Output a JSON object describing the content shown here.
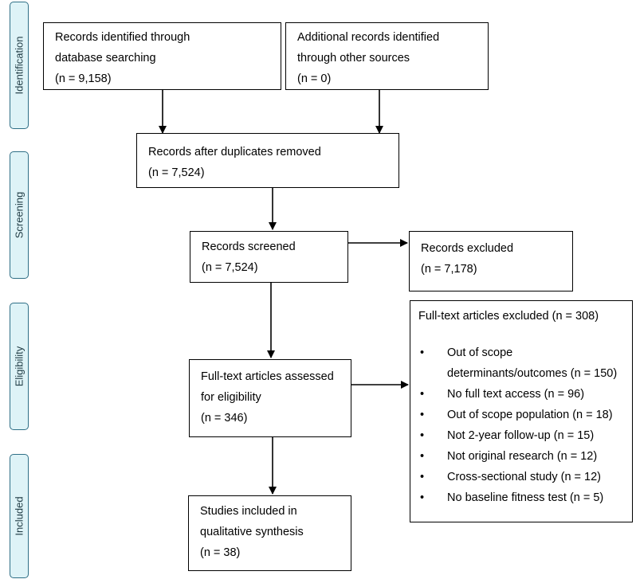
{
  "phases": {
    "identification": "Identification",
    "screening": "Screening",
    "eligibility": "Eligibility",
    "included": "Included"
  },
  "identified_db": {
    "line1": "Records identified through",
    "line2": "database searching",
    "line3": "(n = 9,158)"
  },
  "identified_other": {
    "line1": "Additional records identified",
    "line2": "through other sources",
    "line3": "(n = 0)"
  },
  "after_duplicates": {
    "line1": "Records after duplicates removed",
    "line2": "(n = 7,524)"
  },
  "screened": {
    "line1": "Records screened",
    "line2": "(n = 7,524)"
  },
  "excluded": {
    "line1": "Records excluded",
    "line2": "(n = 7,178)"
  },
  "fulltext_assessed": {
    "line1": "Full-text articles assessed",
    "line2": "for eligibility",
    "line3": "(n = 346)"
  },
  "fulltext_excluded": {
    "title": "Full-text articles excluded (n = 308)",
    "bullet": "•",
    "reasons": [
      "Out of scope",
      "determinants/outcomes (n = 150)",
      "No full text access (n = 96)",
      "Out of scope population (n = 18)",
      "Not 2-year follow-up (n = 15)",
      "Not original research (n = 12)",
      "Cross-sectional study (n = 12)",
      "No baseline fitness test (n = 5)"
    ]
  },
  "included": {
    "line1": "Studies included in",
    "line2": "qualitative synthesis",
    "line3": "(n = 38)"
  }
}
